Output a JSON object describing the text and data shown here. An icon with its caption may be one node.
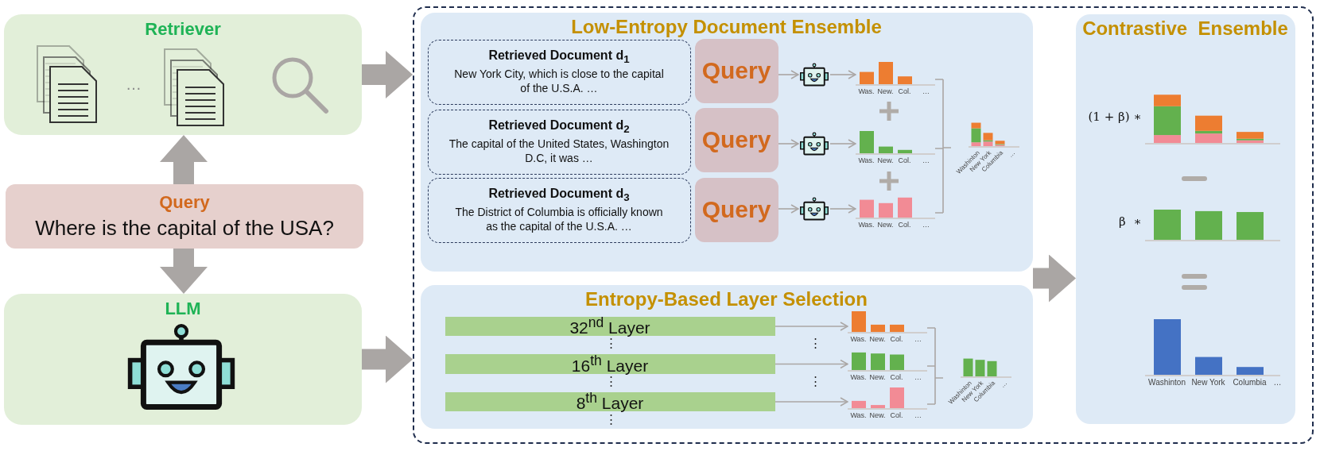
{
  "diagram": {
    "nodes": [
      {
        "text": [
          "Retriever"
        ]
      },
      {
        "text": [
          "Query",
          "Where is the capital of the USA?"
        ]
      },
      {
        "text": [
          "LLM"
        ]
      },
      {
        "text": [],
        "shape": "box"
      },
      {
        "text": [
          "Low-Entropy Document Ensemble"
        ],
        "in": 3
      },
      {
        "text": [
          "Retrieved Document d$_{1}$",
          "New York City, which is close to the capital of the U.S.A. …"
        ],
        "in": 4
      },
      {
        "text": [
          "Query"
        ],
        "in": 4
      },
      {
        "text": [],
        "shape": "robot",
        "in": 4
      },
      {
        "text": [
          "Was.",
          "New.",
          "Col.",
          "…"
        ],
        "in": 4
      },
      {
        "text": [
          "Retrieved Document d$_{2}$",
          "The capital of the United States, Washington D.C, it was …"
        ],
        "in": 4
      },
      {
        "text": [
          "Query"
        ],
        "in": 4
      },
      {
        "text": [],
        "shape": "robot",
        "in": 4
      },
      {
        "text": [
          "Was.",
          "New.",
          "Col.",
          "…"
        ],
        "in": 4
      },
      {
        "text": [
          "Retrieved Document d$_{3}$",
          "The District of Columbia is officially known as the capital of the U.S.A. …"
        ],
        "in": 4
      },
      {
        "text": [
          "Query"
        ],
        "in": 4
      },
      {
        "text": [],
        "shape": "robot",
        "in": 4
      },
      {
        "text": [
          "Was.",
          "New.",
          "Col.",
          "…"
        ],
        "in": 4
      },
      {
        "text": [
          "Washinton",
          "New York",
          "Columbia",
          "…"
        ],
        "in": 4
      },
      {
        "text": [
          "Entropy-Based Layer Selection"
        ],
        "in": 3
      },
      {
        "text": [
          "32$^{nd}$ Layer"
        ],
        "in": 18
      },
      {
        "text": [
          "Was.",
          "New.",
          "Col.",
          "…"
        ],
        "in": 18
      },
      {
        "text": [
          "16$^{th}$ Layer"
        ],
        "in": 18
      },
      {
        "text": [
          "Was.",
          "New.",
          "Col.",
          "…"
        ],
        "in": 18
      },
      {
        "text": [
          "8$^{th}$ Layer"
        ],
        "in": 18
      },
      {
        "text": [
          "Was.",
          "New.",
          "Col.",
          "…"
        ],
        "in": 18
      },
      {
        "text": [
          "Washinton",
          "New York",
          "Columbia",
          "…"
        ],
        "in": 18
      },
      {
        "text": [
          "Contrastive  Ensemble"
        ],
        "in": 3
      },
      {
        "text": [],
        "shape": "bar",
        "in": 26,
        "beside": [
          "(1 + β) ∗"
        ]
      },
      {
        "text": [],
        "shape": "bar",
        "in": 26,
        "beside": [
          "β  ∗"
        ]
      },
      {
        "text": [
          "Washinton",
          "New York",
          "Columbia",
          "…"
        ],
        "in": 26
      }
    ],
    "edges": [
      {
        "from": 1,
        "to": 0,
        "arrow": "to",
        "style": "thick"
      },
      {
        "from": 1,
        "to": 2,
        "arrow": "to",
        "style": "thick"
      },
      {
        "from": 0,
        "to": 3,
        "arrow": "to",
        "style": "thick"
      },
      {
        "from": 2,
        "to": 3,
        "arrow": "to",
        "style": "thick"
      },
      {
        "from": 6,
        "to": 7,
        "arrow": "to"
      },
      {
        "from": 7,
        "to": 8,
        "arrow": "to"
      },
      {
        "from": 10,
        "to": 11,
        "arrow": "to"
      },
      {
        "from": 11,
        "to": 12,
        "arrow": "to"
      },
      {
        "from": 14,
        "to": 15,
        "arrow": "to"
      },
      {
        "from": 15,
        "to": 16,
        "arrow": "to"
      },
      {
        "from": 8,
        "to": 17,
        "arrow": "none"
      },
      {
        "from": 12,
        "to": 17,
        "arrow": "none"
      },
      {
        "from": 16,
        "to": 17,
        "arrow": "none"
      },
      {
        "from": 19,
        "to": 20,
        "arrow": "to"
      },
      {
        "from": 21,
        "to": 22,
        "arrow": "to"
      },
      {
        "from": 23,
        "to": 24,
        "arrow": "to"
      },
      {
        "from": 20,
        "to": 25,
        "arrow": "none"
      },
      {
        "from": 22,
        "to": 25,
        "arrow": "none"
      },
      {
        "from": 24,
        "to": 25,
        "arrow": "none"
      },
      {
        "from": 4,
        "to": 26,
        "arrow": "to",
        "style": "thick"
      },
      {
        "from": 18,
        "to": 26,
        "arrow": "to",
        "style": "thick"
      }
    ],
    "labels": [
      "…",
      "⋮",
      "⋮",
      "⋮",
      "⋮",
      "⋮"
    ]
  }
}
